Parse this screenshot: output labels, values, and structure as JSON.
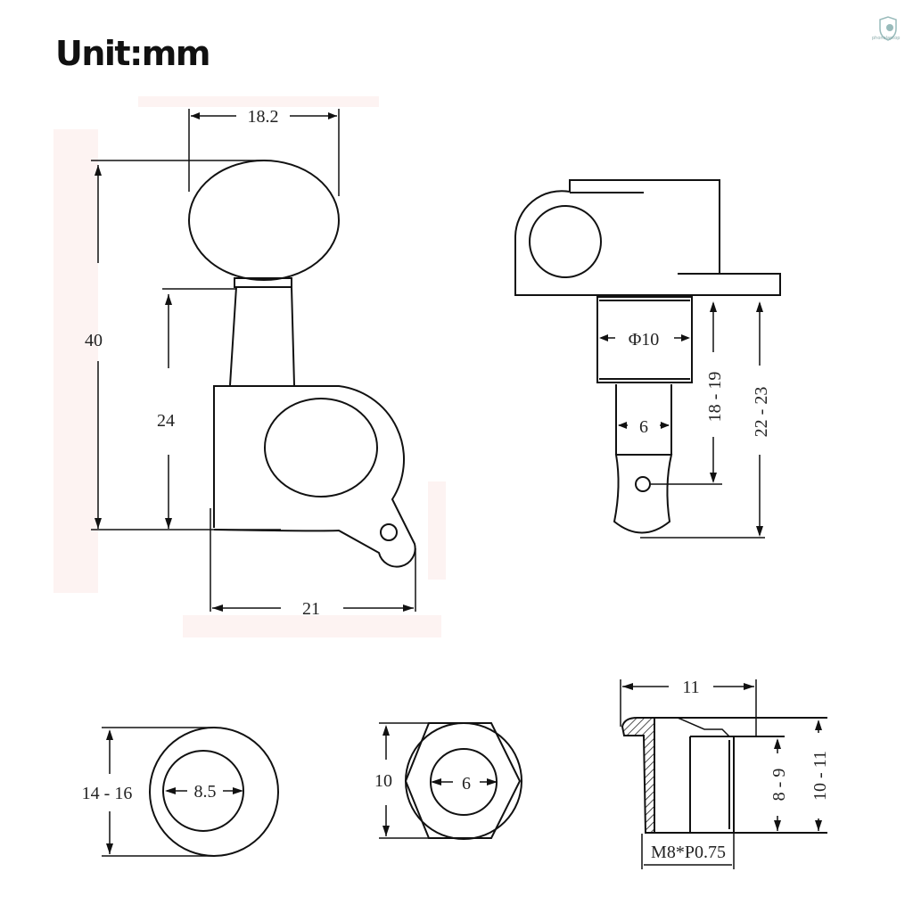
{
  "title": "Unit:mm",
  "watermark": {
    "icon": "shield-logo-icon",
    "text": "phonelaptop"
  },
  "side_view": {
    "knob_width": "18.2",
    "total_height": "40",
    "shaft_height": "24",
    "body_width": "21"
  },
  "post_view": {
    "post_diameter": "Φ10",
    "shaft_diameter": "6",
    "post_length": "18 - 19",
    "total_length": "22 - 23"
  },
  "washer": {
    "outer_diameter": "14 - 16",
    "inner_diameter": "8.5"
  },
  "hex_nut": {
    "height": "10",
    "inner_diameter": "6"
  },
  "bushing": {
    "flange_width": "11",
    "thread": "M8*P0.75",
    "inner_depth": "8 - 9",
    "total_height": "10 - 11"
  }
}
